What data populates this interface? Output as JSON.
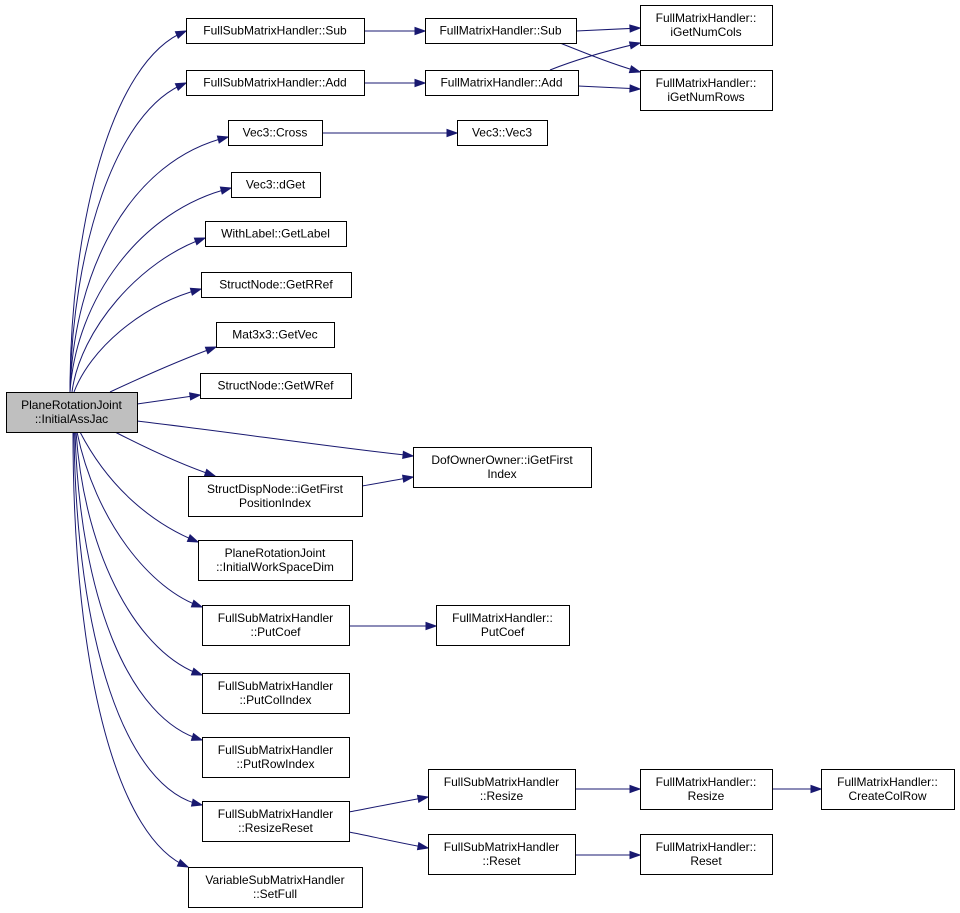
{
  "graph": {
    "edge_color": "#191970",
    "root_fill": "#bfbfbf",
    "nodes": [
      {
        "id": "root",
        "lines": [
          "PlaneRotationJoint",
          "::InitialAssJac"
        ],
        "root": true
      },
      {
        "id": "fsmh_sub",
        "lines": [
          "FullSubMatrixHandler::Sub"
        ]
      },
      {
        "id": "fsmh_add",
        "lines": [
          "FullSubMatrixHandler::Add"
        ]
      },
      {
        "id": "vec3_cross",
        "lines": [
          "Vec3::Cross"
        ]
      },
      {
        "id": "vec3_dget",
        "lines": [
          "Vec3::dGet"
        ]
      },
      {
        "id": "withlabel_getlabel",
        "lines": [
          "WithLabel::GetLabel"
        ]
      },
      {
        "id": "structnode_getrref",
        "lines": [
          "StructNode::GetRRef"
        ]
      },
      {
        "id": "mat3x3_getvec",
        "lines": [
          "Mat3x3::GetVec"
        ]
      },
      {
        "id": "structnode_getwref",
        "lines": [
          "StructNode::GetWRef"
        ]
      },
      {
        "id": "sdn_igetfirst",
        "lines": [
          "StructDispNode::iGetFirst",
          "PositionIndex"
        ]
      },
      {
        "id": "prj_initworkspace",
        "lines": [
          "PlaneRotationJoint",
          "::InitialWorkSpaceDim"
        ]
      },
      {
        "id": "fsmh_putcoef",
        "lines": [
          "FullSubMatrixHandler",
          "::PutCoef"
        ]
      },
      {
        "id": "fsmh_putcolindex",
        "lines": [
          "FullSubMatrixHandler",
          "::PutColIndex"
        ]
      },
      {
        "id": "fsmh_putrowindex",
        "lines": [
          "FullSubMatrixHandler",
          "::PutRowIndex"
        ]
      },
      {
        "id": "fsmh_resizereset",
        "lines": [
          "FullSubMatrixHandler",
          "::ResizeReset"
        ]
      },
      {
        "id": "vsmh_setfull",
        "lines": [
          "VariableSubMatrixHandler",
          "::SetFull"
        ]
      },
      {
        "id": "fmh_sub",
        "lines": [
          "FullMatrixHandler::Sub"
        ]
      },
      {
        "id": "fmh_add",
        "lines": [
          "FullMatrixHandler::Add"
        ]
      },
      {
        "id": "vec3_vec3",
        "lines": [
          "Vec3::Vec3"
        ]
      },
      {
        "id": "doo_igetfirst",
        "lines": [
          "DofOwnerOwner::iGetFirst",
          "Index"
        ]
      },
      {
        "id": "fmh_putcoef",
        "lines": [
          "FullMatrixHandler::",
          "PutCoef"
        ]
      },
      {
        "id": "fsmh_resize",
        "lines": [
          "FullSubMatrixHandler",
          "::Resize"
        ]
      },
      {
        "id": "fsmh_reset",
        "lines": [
          "FullSubMatrixHandler",
          "::Reset"
        ]
      },
      {
        "id": "fmh_igetnumcols",
        "lines": [
          "FullMatrixHandler::",
          "iGetNumCols"
        ]
      },
      {
        "id": "fmh_igetnumrows",
        "lines": [
          "FullMatrixHandler::",
          "iGetNumRows"
        ]
      },
      {
        "id": "fmh_resize",
        "lines": [
          "FullMatrixHandler::",
          "Resize"
        ]
      },
      {
        "id": "fmh_reset",
        "lines": [
          "FullMatrixHandler::",
          "Reset"
        ]
      },
      {
        "id": "fmh_createcolrow",
        "lines": [
          "FullMatrixHandler::",
          "CreateColRow"
        ]
      }
    ],
    "edges": [
      [
        "root",
        "fsmh_sub"
      ],
      [
        "root",
        "fsmh_add"
      ],
      [
        "root",
        "vec3_cross"
      ],
      [
        "root",
        "vec3_dget"
      ],
      [
        "root",
        "withlabel_getlabel"
      ],
      [
        "root",
        "structnode_getrref"
      ],
      [
        "root",
        "mat3x3_getvec"
      ],
      [
        "root",
        "structnode_getwref"
      ],
      [
        "root",
        "doo_igetfirst"
      ],
      [
        "root",
        "sdn_igetfirst"
      ],
      [
        "root",
        "prj_initworkspace"
      ],
      [
        "root",
        "fsmh_putcoef"
      ],
      [
        "root",
        "fsmh_putcolindex"
      ],
      [
        "root",
        "fsmh_putrowindex"
      ],
      [
        "root",
        "fsmh_resizereset"
      ],
      [
        "root",
        "vsmh_setfull"
      ],
      [
        "fsmh_sub",
        "fmh_sub"
      ],
      [
        "fsmh_add",
        "fmh_add"
      ],
      [
        "fmh_sub",
        "fmh_igetnumcols"
      ],
      [
        "fmh_sub",
        "fmh_igetnumrows"
      ],
      [
        "fmh_add",
        "fmh_igetnumcols"
      ],
      [
        "fmh_add",
        "fmh_igetnumrows"
      ],
      [
        "vec3_cross",
        "vec3_vec3"
      ],
      [
        "sdn_igetfirst",
        "doo_igetfirst"
      ],
      [
        "fsmh_putcoef",
        "fmh_putcoef"
      ],
      [
        "fsmh_resizereset",
        "fsmh_resize"
      ],
      [
        "fsmh_resizereset",
        "fsmh_reset"
      ],
      [
        "fsmh_resize",
        "fmh_resize"
      ],
      [
        "fsmh_reset",
        "fmh_reset"
      ],
      [
        "fmh_resize",
        "fmh_createcolrow"
      ]
    ]
  }
}
